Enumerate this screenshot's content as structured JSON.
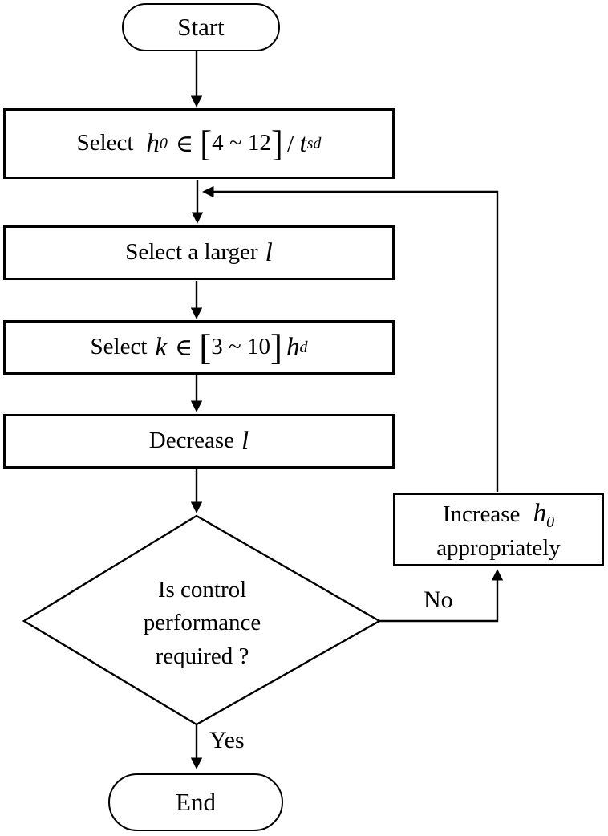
{
  "diagram": {
    "type": "flowchart",
    "colors": {
      "line": "#000000",
      "node_fill": "#ffffff",
      "text": "#000000",
      "background": "#ffffff"
    },
    "nodes": {
      "start": {
        "label": "Start"
      },
      "select_h0": {
        "prefix": "Select",
        "var1": "h",
        "sub1": "0",
        "op": "∈",
        "lbracket": "[",
        "range": "4 ~ 12",
        "rbracket": "]",
        "slash": "/",
        "var2": "t",
        "sub2": "sd"
      },
      "select_larger_l": {
        "prefix": "Select a larger",
        "var": "l"
      },
      "select_k": {
        "prefix": "Select",
        "var1": "k",
        "op": "∈",
        "lbracket": "[",
        "range": "3 ~ 10",
        "rbracket": "]",
        "var2": "h",
        "sub2": "d"
      },
      "decrease_l": {
        "prefix": "Decrease",
        "var": "l"
      },
      "decision": {
        "line1": "Is control",
        "line2": "performance",
        "line3": "required ?"
      },
      "increase_h0": {
        "prefix": "Increase",
        "var": "h",
        "sub": "0",
        "line2": "appropriately"
      },
      "end": {
        "label": "End"
      }
    },
    "edge_labels": {
      "no": "No",
      "yes": "Yes"
    },
    "edges": [
      {
        "from": "start",
        "to": "select_h0"
      },
      {
        "from": "select_h0",
        "to": "select_larger_l"
      },
      {
        "from": "select_larger_l",
        "to": "select_k"
      },
      {
        "from": "select_k",
        "to": "decrease_l"
      },
      {
        "from": "decrease_l",
        "to": "decision"
      },
      {
        "from": "decision",
        "to": "increase_h0",
        "label": "No"
      },
      {
        "from": "increase_h0",
        "to": "select_larger_l"
      },
      {
        "from": "decision",
        "to": "end",
        "label": "Yes"
      }
    ]
  }
}
